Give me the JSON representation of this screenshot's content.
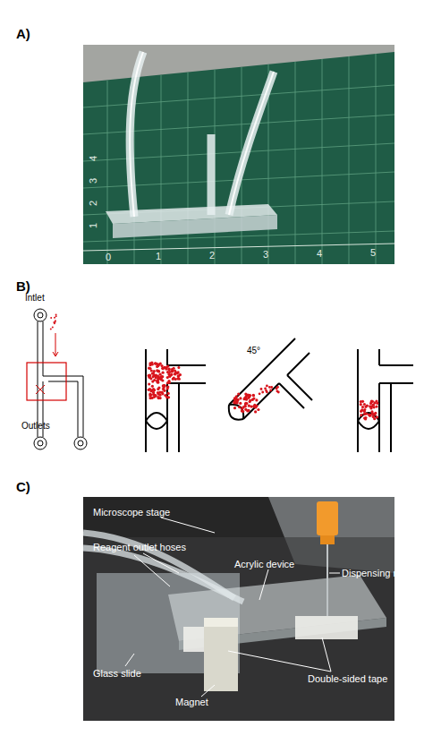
{
  "diagram": {
    "labels": [
      "A)",
      "0",
      "1",
      "2",
      "3",
      "4",
      "5",
      "4",
      "3",
      "2",
      "1",
      "B)",
      "Intlet",
      "Outlets",
      "45°",
      "C)",
      "Microscope stage",
      "Reagent outlet hoses",
      "Acrylic device",
      "Dispensing needle",
      "Glass slide",
      "Magnet",
      "Double-sided tape"
    ]
  }
}
